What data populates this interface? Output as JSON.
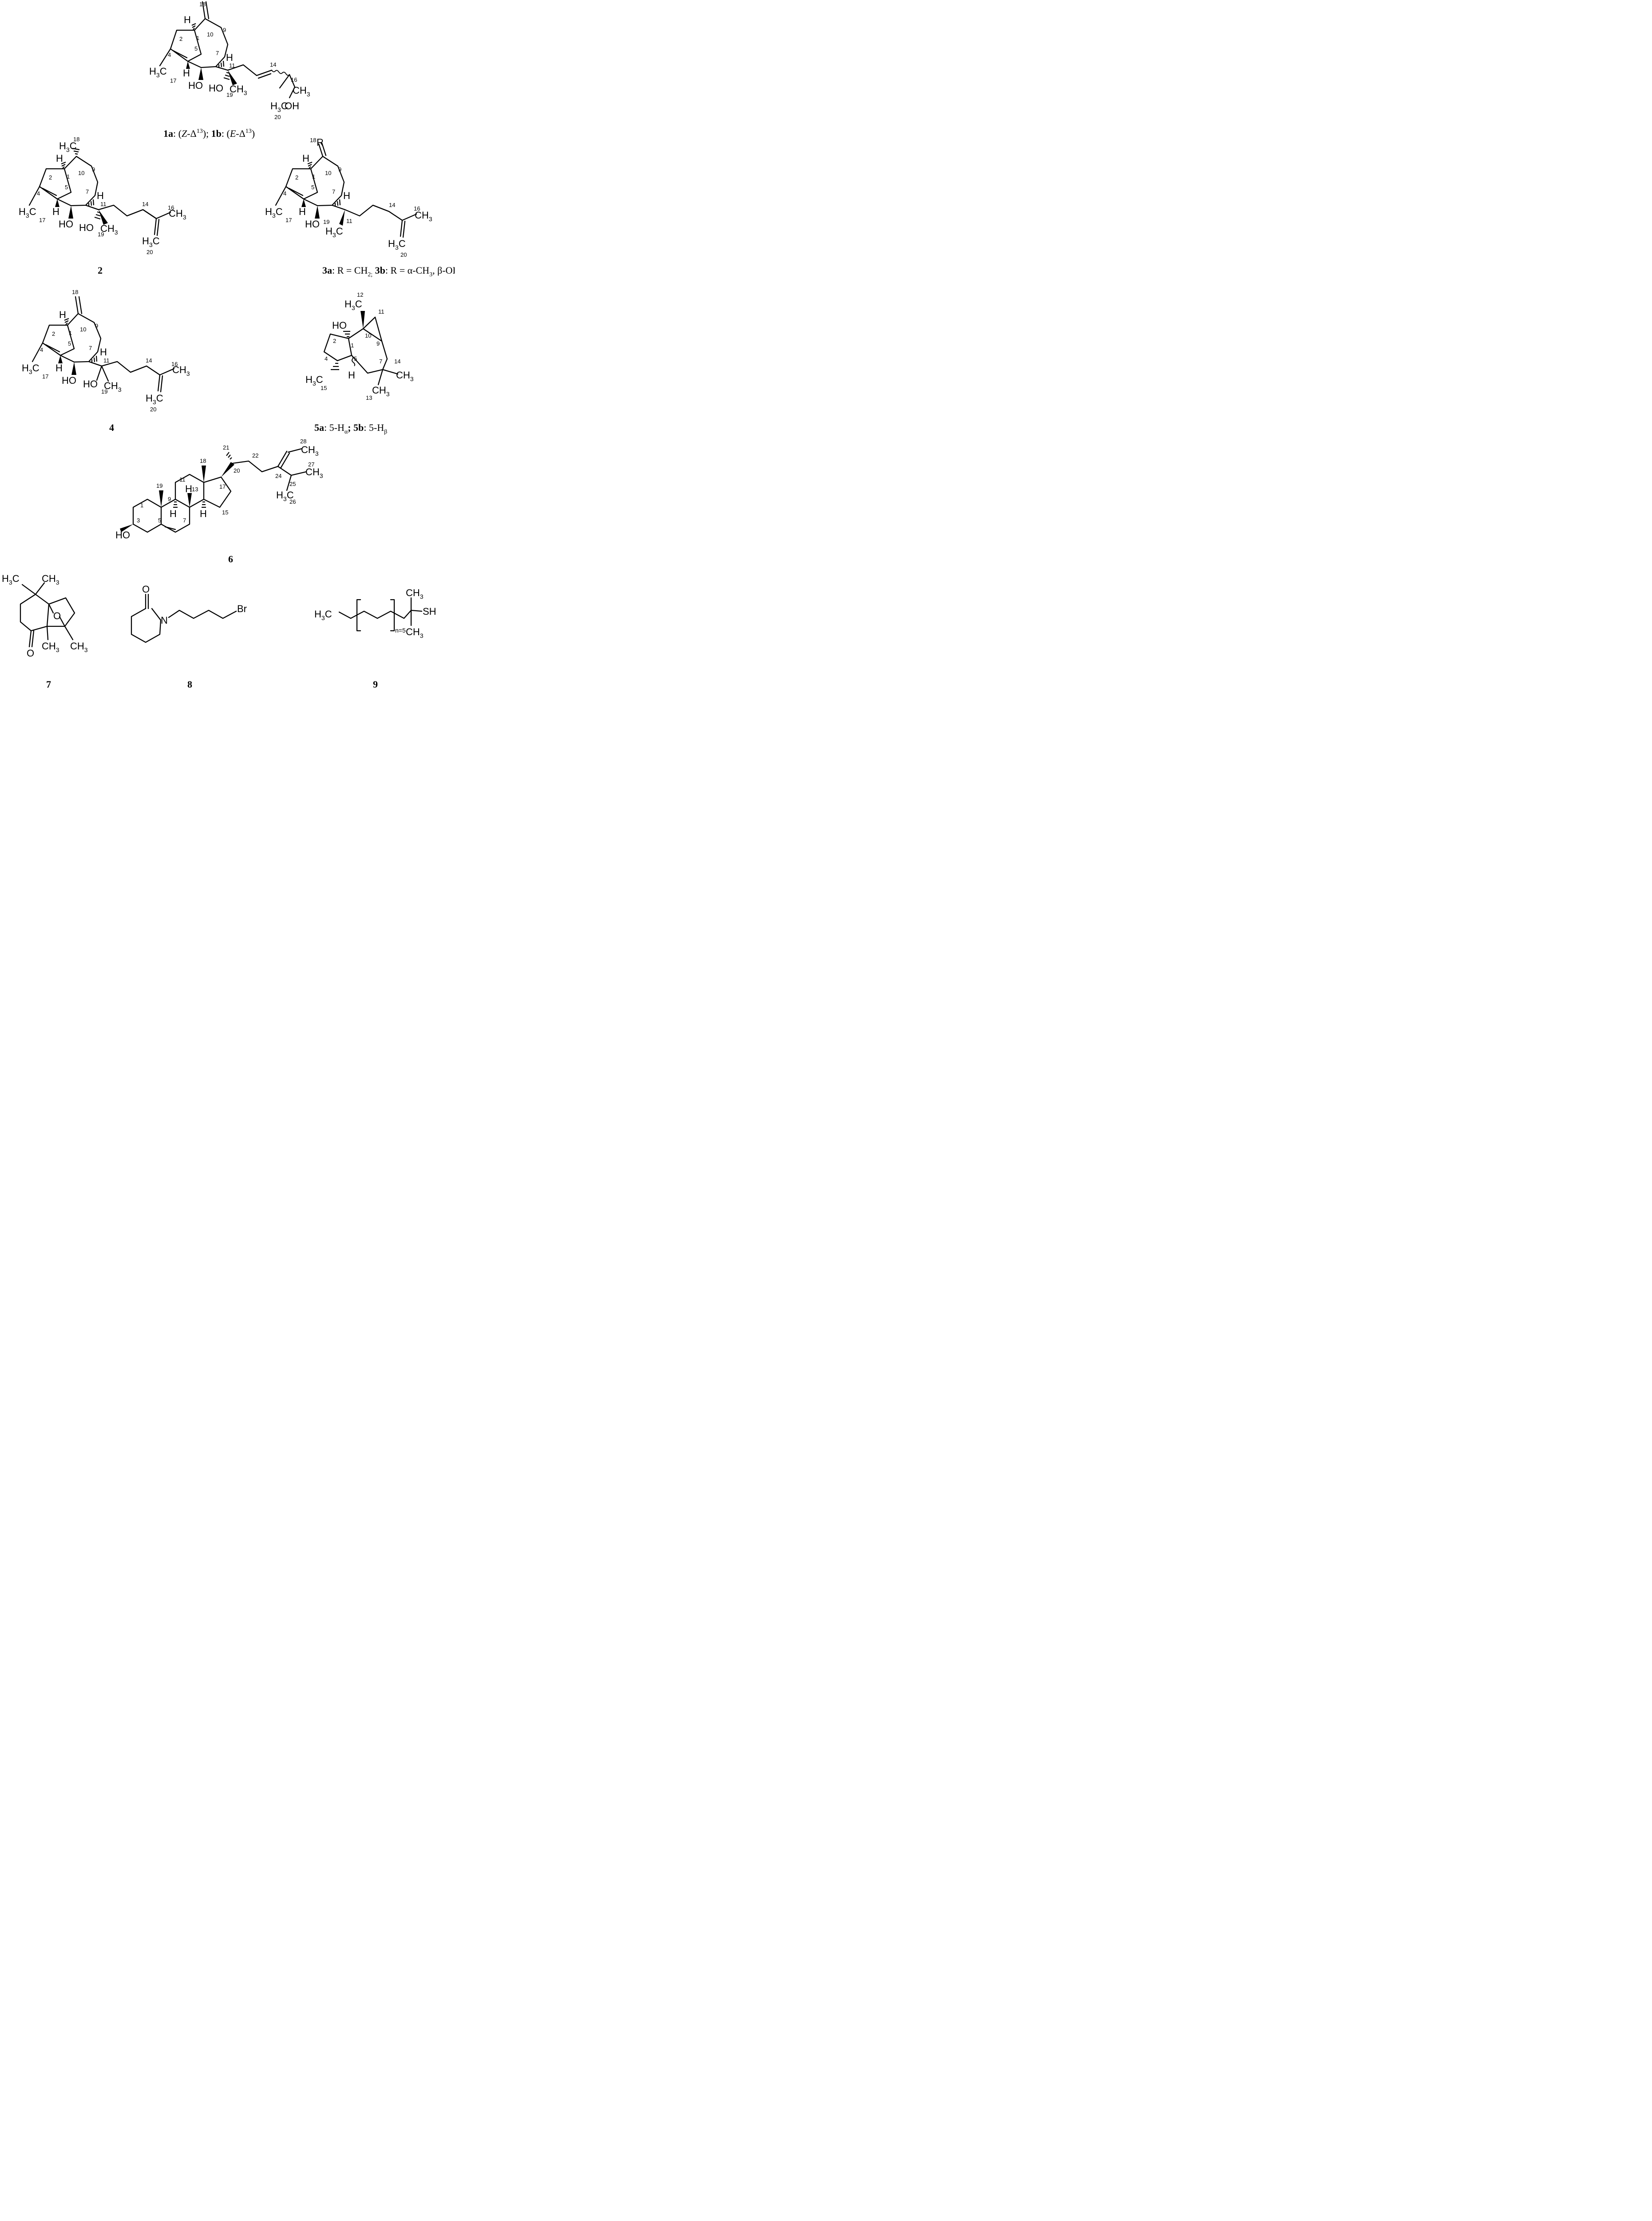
{
  "compounds": [
    {
      "id": "1",
      "caption": {
        "a_id": "1a",
        "a_sep": ": (",
        "a_stereo": "Z",
        "a_delta": "-Δ",
        "a_pos": "13",
        "a_close": "); ",
        "b_id": "1b",
        "b_sep": ": (",
        "b_stereo": "E",
        "b_delta": "-Δ",
        "b_pos": "13",
        "b_close": ")"
      },
      "numbers": [
        "18",
        "1",
        "2",
        "10",
        "9",
        "5",
        "4",
        "7",
        "11",
        "14",
        "16",
        "17",
        "19",
        "20"
      ]
    },
    {
      "id": "2",
      "caption": "2",
      "numbers": [
        "18",
        "10",
        "9",
        "1",
        "2",
        "5",
        "4",
        "7",
        "11",
        "14",
        "16",
        "17",
        "19",
        "20"
      ]
    },
    {
      "id": "3",
      "caption": {
        "a_id": "3a",
        "a_text": ": R = CH",
        "a_sub": "2;",
        "b_id": "3b",
        "b_text": ": R = α-CH",
        "b_sub": "3",
        "b_tail": ", β-OH"
      },
      "numbers": [
        "18",
        "1",
        "2",
        "10",
        "9",
        "5",
        "4",
        "7",
        "19",
        "11",
        "14",
        "16",
        "17",
        "20"
      ]
    },
    {
      "id": "4",
      "caption": "4",
      "numbers": [
        "18",
        "1",
        "2",
        "10",
        "9",
        "5",
        "4",
        "7",
        "11",
        "14",
        "16",
        "17",
        "19",
        "20"
      ]
    },
    {
      "id": "5",
      "caption": {
        "a_id": "5a",
        "a_text": ": 5-H",
        "a_sub": "α",
        "a_sep": "; ",
        "b_id": "5b",
        "b_text": ": 5-H",
        "b_sub": "β"
      },
      "numbers": [
        "12",
        "11",
        "10",
        "1",
        "2",
        "9",
        "5",
        "4",
        "7",
        "14",
        "15",
        "13"
      ]
    },
    {
      "id": "6",
      "caption": "6",
      "numbers": [
        "21",
        "28",
        "22",
        "18",
        "20",
        "27",
        "24",
        "19",
        "11",
        "13",
        "17",
        "25",
        "9",
        "1",
        "26",
        "3",
        "5",
        "7",
        "15"
      ]
    },
    {
      "id": "7",
      "caption": "7"
    },
    {
      "id": "8",
      "caption": "8"
    },
    {
      "id": "9",
      "caption": "9",
      "repeat_label": "n=5"
    }
  ],
  "atom_labels": {
    "h": "H",
    "oh": "OH",
    "ho": "HO",
    "o": "O",
    "n": "N",
    "br": "Br",
    "sh": "SH",
    "r": "R",
    "ch3": "CH",
    "h3c": "H",
    "sub3": "3",
    "c": "C"
  }
}
